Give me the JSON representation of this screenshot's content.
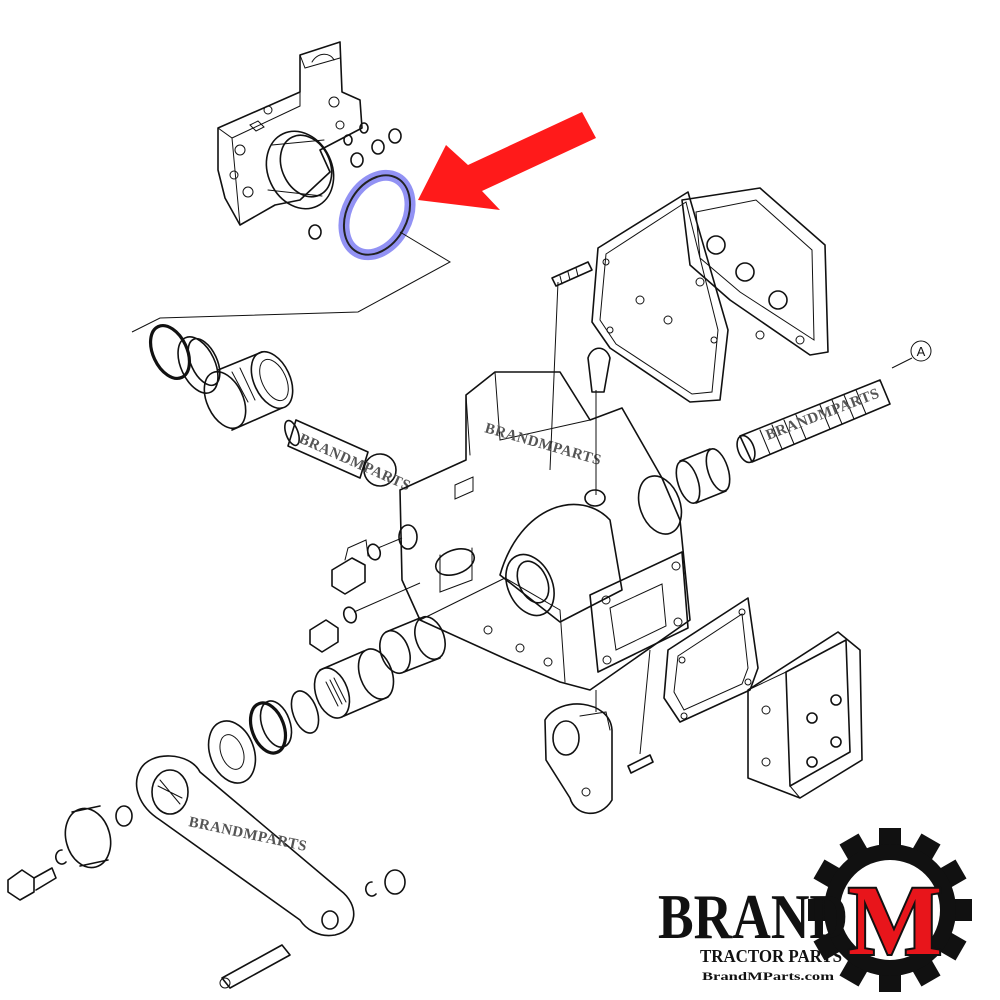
{
  "diagram": {
    "callout_label": "A",
    "watermark_text": "BRANDMPARTS",
    "highlight": {
      "part": "o-ring seal",
      "highlight_color": "#6e6ef0",
      "arrow_color": "#ff1a1a"
    }
  },
  "logo": {
    "brand": "BRAND",
    "letter": "M",
    "subtitle": "TRACTOR PARTS",
    "website": "BrandMParts.com",
    "colors": {
      "text": "#111111",
      "letter_fill": "#e8151b",
      "gear": "#111111"
    }
  }
}
